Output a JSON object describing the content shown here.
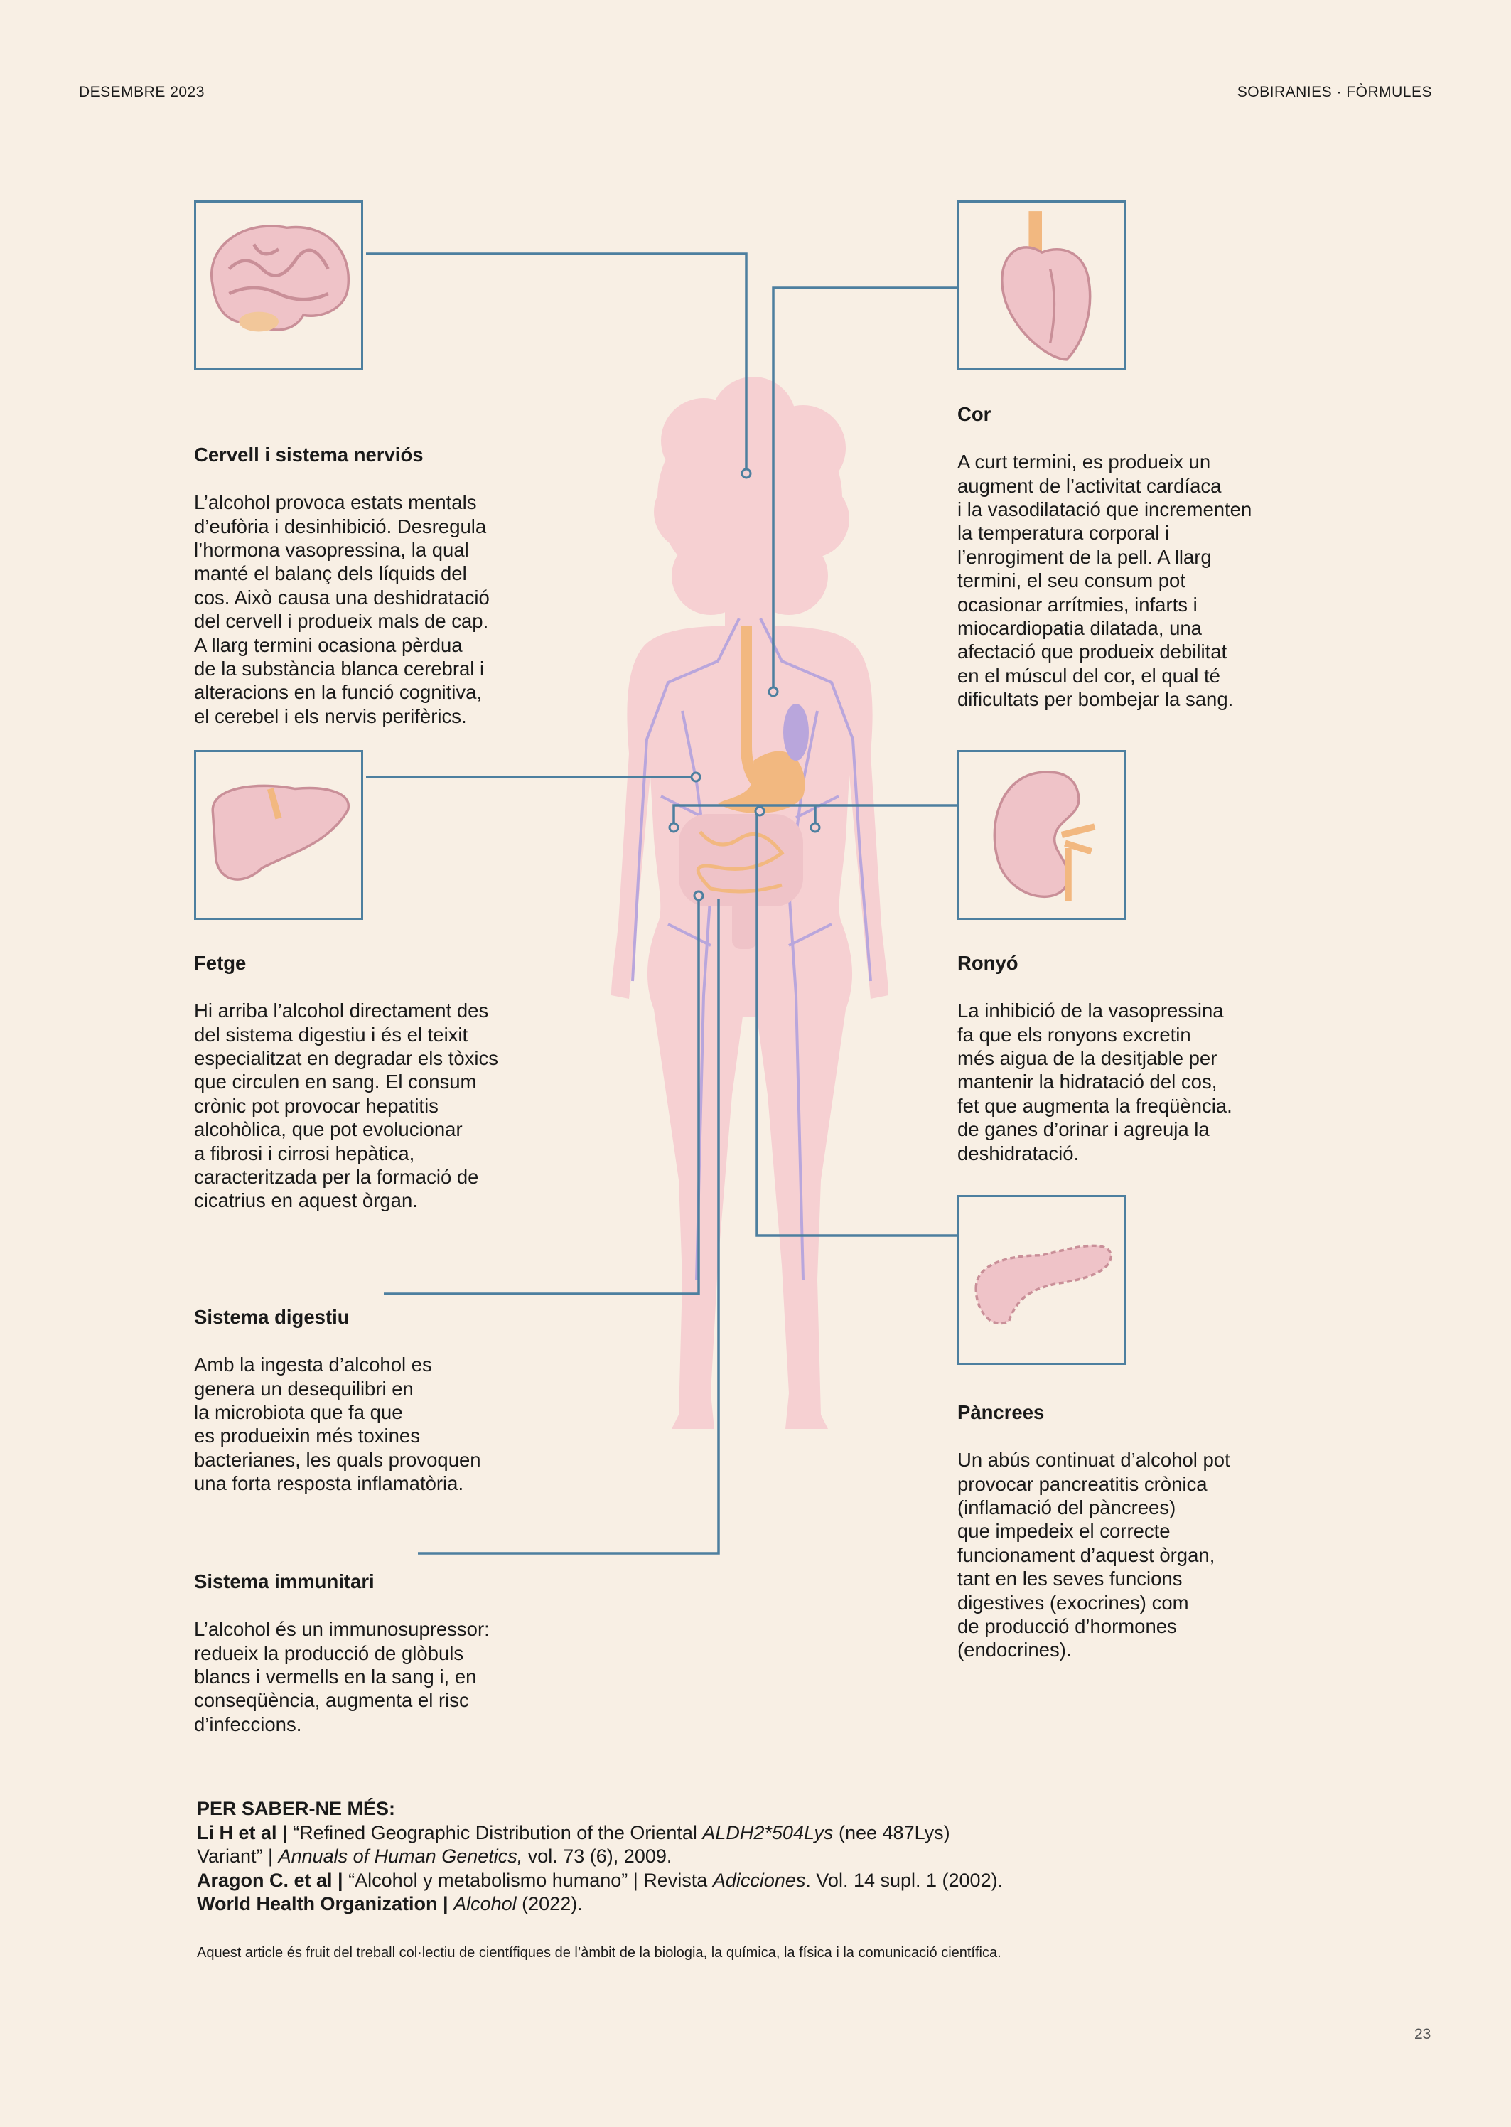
{
  "header": {
    "left": "DESEMBRE 2023",
    "right": "SOBIRANIES · FÒRMULES"
  },
  "colors": {
    "line": "#4d7f9f",
    "body": "#f6d0d2",
    "organ": "#efc3c8",
    "digestive": "#f2b880",
    "lymph": "#b9a6dc"
  },
  "organs": {
    "brain": {
      "icon": "brain-icon",
      "title": "Cervell i sistema nerviós",
      "text": "L’alcohol provoca estats mentals\nd’eufòria i desinhibició. Desregula\nl’hormona vasopressina, la qual\nmanté el balanç dels líquids del\ncos. Això causa una deshidratació\ndel cervell i produeix mals de cap.\nA llarg termini ocasiona pèrdua\nde la substància blanca cerebral i\nalteracions en la funció cognitiva,\nel cerebel i els nervis perifèrics."
    },
    "heart": {
      "icon": "heart-icon",
      "title": "Cor",
      "text": "A curt termini, es produeix un\naugment de l’activitat cardíaca\ni la vasodilatació que incrementen\nla temperatura corporal i\nl’enrogiment de la pell. A llarg\ntermini, el seu consum pot\nocasionar arrítmies, infarts i\nmiocardiopatia dilatada, una\nafectació que produeix debilitat\nen el múscul del cor, el qual té\ndificultats per bombejar la sang."
    },
    "liver": {
      "icon": "liver-icon",
      "title": "Fetge",
      "text": "Hi arriba l’alcohol directament des\ndel sistema digestiu i és el teixit\nespecialitzat en degradar els tòxics\nque circulen en sang. El consum\ncrònic pot provocar hepatitis\nalcohòlica, que pot evolucionar\na fibrosi i cirrosi hepàtica,\ncaracteritzada per la formació de\ncicatrius en aquest òrgan."
    },
    "kidney": {
      "icon": "kidney-icon",
      "title": "Ronyó",
      "text": "La inhibició de la vasopressina\nfa que els ronyons excretin\nmés aigua de la desitjable per\nmantenir la hidratació del cos,\nfet que augmenta la freqüència.\nde ganes d’orinar i agreuja la\ndeshidratació."
    },
    "digestive": {
      "title": "Sistema digestiu",
      "text": "Amb la ingesta d’alcohol es\ngenera un desequilibri en\nla microbiota que fa que\nes produeixin més toxines\nbacterianes, les quals provoquen\nuna forta resposta inflamatòria."
    },
    "pancreas": {
      "icon": "pancreas-icon",
      "title": "Pàncrees",
      "text": "Un abús continuat d’alcohol pot\nprovocar pancreatitis crònica\n(inflamació del pàncrees)\nque impedeix el correcte\nfuncionament d’aquest òrgan,\ntant en les seves funcions\ndigestives (exocrines) com\nde producció d’hormones\n(endocrines)."
    },
    "immune": {
      "title": "Sistema immunitari",
      "text": "L’alcohol és un immunosupressor:\nredueix la producció de glòbuls\nblancs i vermells en la sang i, en\nconseqüència,  augmenta el risc\nd’infeccions."
    }
  },
  "references": {
    "heading": "PER SABER-NE MÉS:",
    "items": [
      {
        "author": "Li H et al |",
        "a": " “Refined Geographic Distribution of the Oriental ",
        "i1": "ALDH2*504Lys",
        "b": " (nee 487Lys)",
        "line2a": "Variant” | ",
        "i2": "Annuals of Human Genetics,",
        "line2b": " vol. 73 (6), 2009."
      },
      {
        "author": "Aragon C. et al |",
        "a": " “Alcohol y metabolismo humano” | Revista ",
        "i1": "Adicciones",
        "b": ". Vol. 14 supl. 1 (2002)."
      },
      {
        "author": "World Health Organization |",
        "a": " ",
        "i1": "Alcohol",
        "b": " (2022)."
      }
    ]
  },
  "note": "Aquest article és fruit del treball col·lectiu de científiques de l’àmbit de la biologia, la química, la física i la comunicació científica.",
  "page_number": "23"
}
